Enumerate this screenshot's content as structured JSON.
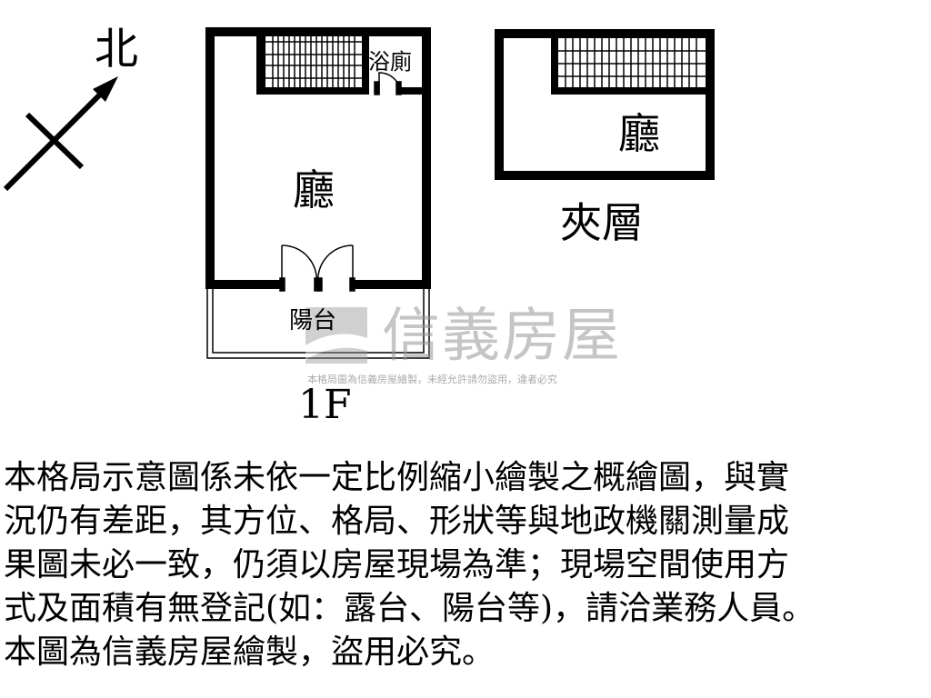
{
  "compass": {
    "north_label": "北"
  },
  "floor_1f": {
    "floor_label": "1F",
    "rooms": {
      "hall": "廳",
      "bathroom": "浴廁",
      "balcony": "陽台"
    }
  },
  "mezzanine": {
    "floor_label": "夾層",
    "rooms": {
      "hall": "廳"
    }
  },
  "watermark": {
    "brand": "信義房屋",
    "note": "本格局圖為信義房屋繪製，未經允許請勿盜用，違者必究"
  },
  "disclaimer": {
    "lines": [
      "本格局示意圖係未依一定比例縮小繪製之概繪圖，與實",
      "況仍有差距，其方位、格局、形狀等與地政機關測量成",
      "果圖未必一致，仍須以房屋現場為準；現場空間使用方",
      "式及面積有無登記(如：露台、陽台等)，請洽業務人員。",
      "本圖為信義房屋繪製，盜用必究。"
    ]
  }
}
